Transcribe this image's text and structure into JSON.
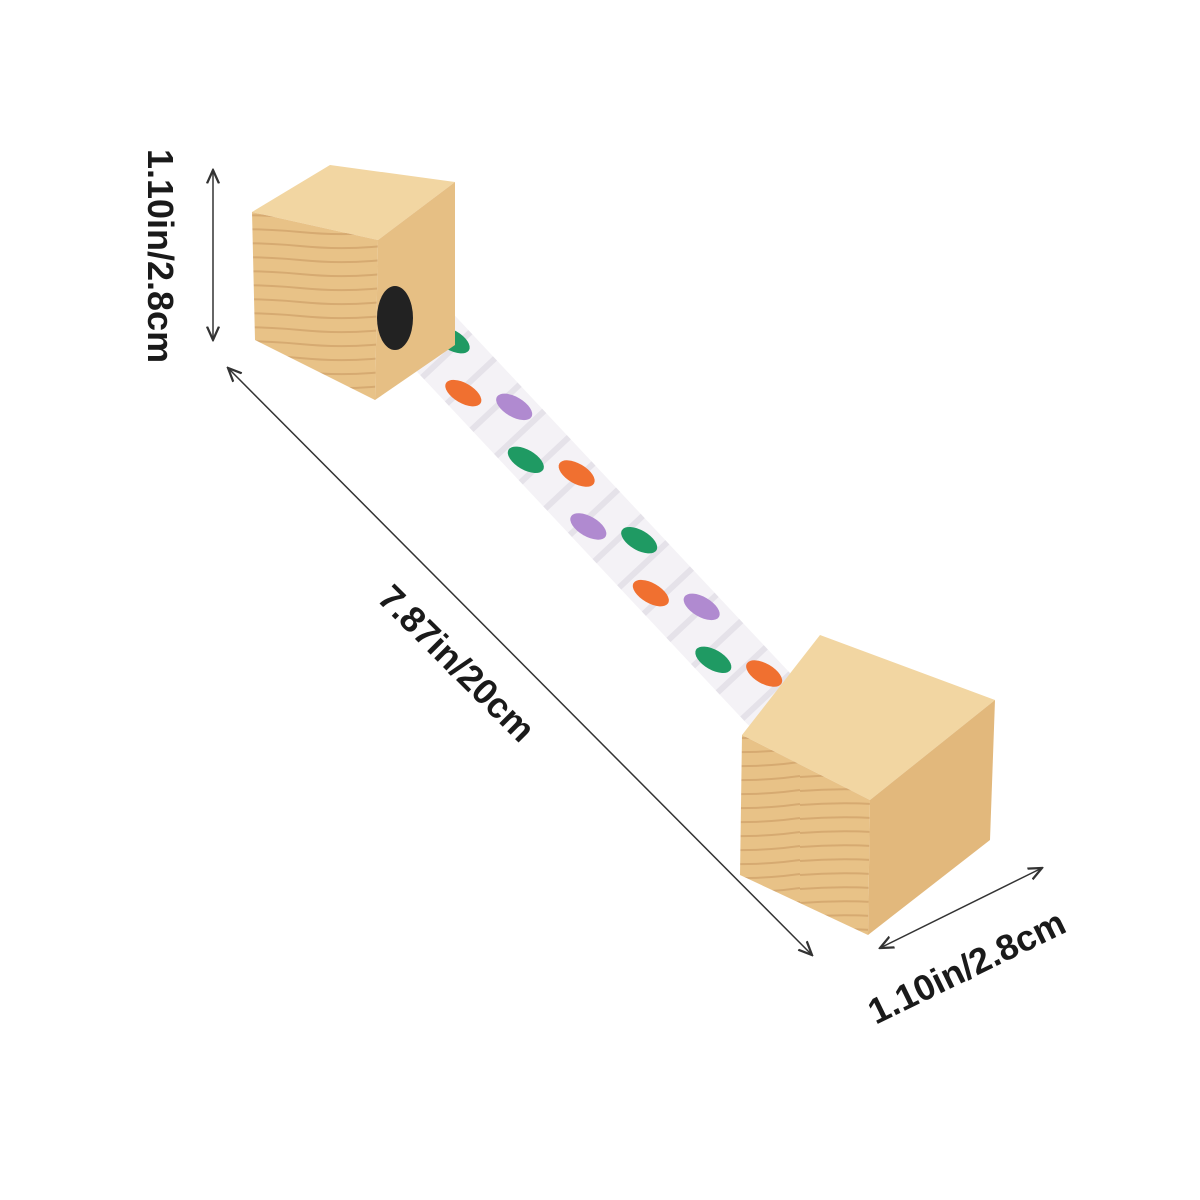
{
  "dimensions": {
    "block_height": "1.10in/2.8cm",
    "total_length": "7.87in/20cm",
    "block_width": "1.10in/2.8cm"
  },
  "colors": {
    "wood_light": "#f0cf96",
    "wood_mid": "#e3b97a",
    "wood_dark": "#c99a62",
    "rope": "#f4f2f6",
    "stripe_purple": "#b08ad0",
    "stripe_green": "#1f9a63",
    "stripe_orange": "#f07030",
    "arrow": "#333333"
  }
}
